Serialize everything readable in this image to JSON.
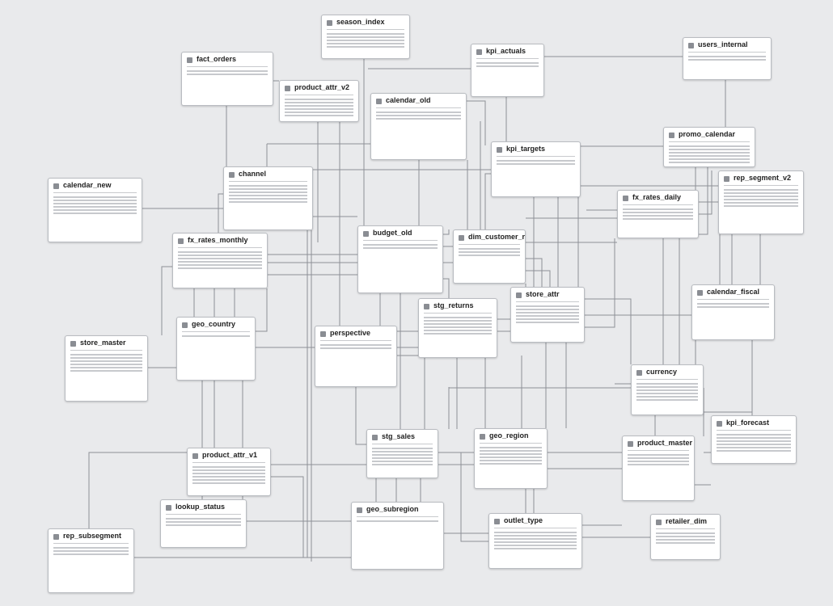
{
  "diagram": {
    "tables": [
      {
        "id": "season_index",
        "name": "season_index",
        "rows": 5
      },
      {
        "id": "fact_orders",
        "name": "fact_orders",
        "rows": 2
      },
      {
        "id": "kpi_actuals",
        "name": "kpi_actuals",
        "rows": 2
      },
      {
        "id": "users_internal",
        "name": "users_internal",
        "rows": 2
      },
      {
        "id": "product_attr_v2",
        "name": "product_attr_v2",
        "rows": 6
      },
      {
        "id": "calendar_old",
        "name": "calendar_old",
        "rows": 3
      },
      {
        "id": "promo_calendar",
        "name": "promo_calendar",
        "rows": 6
      },
      {
        "id": "kpi_targets",
        "name": "kpi_targets",
        "rows": 2
      },
      {
        "id": "channel",
        "name": "channel",
        "rows": 6
      },
      {
        "id": "calendar_new",
        "name": "calendar_new",
        "rows": 6
      },
      {
        "id": "rep_segment_v2",
        "name": "rep_segment_v2",
        "rows": 6
      },
      {
        "id": "fx_rates_daily",
        "name": "fx_rates_daily",
        "rows": 4
      },
      {
        "id": "fx_rates_monthly",
        "name": "fx_rates_monthly",
        "rows": 6
      },
      {
        "id": "budget_old",
        "name": "budget_old",
        "rows": 2
      },
      {
        "id": "dim_customer_ra",
        "name": "dim_customer_ra",
        "rows": 3
      },
      {
        "id": "calendar_fiscal",
        "name": "calendar_fiscal",
        "rows": 2
      },
      {
        "id": "store_attr",
        "name": "store_attr",
        "rows": 6
      },
      {
        "id": "stg_returns",
        "name": "stg_returns",
        "rows": 6
      },
      {
        "id": "store_master",
        "name": "store_master",
        "rows": 6
      },
      {
        "id": "geo_country",
        "name": "geo_country",
        "rows": 1
      },
      {
        "id": "perspective",
        "name": "perspective",
        "rows": 2
      },
      {
        "id": "currency",
        "name": "currency",
        "rows": 6
      },
      {
        "id": "kpi_forecast",
        "name": "kpi_forecast",
        "rows": 6
      },
      {
        "id": "stg_sales",
        "name": "stg_sales",
        "rows": 6
      },
      {
        "id": "geo_region",
        "name": "geo_region",
        "rows": 6
      },
      {
        "id": "product_master",
        "name": "product_master",
        "rows": 4
      },
      {
        "id": "product_attr_v1",
        "name": "product_attr_v1",
        "rows": 6
      },
      {
        "id": "lookup_status",
        "name": "lookup_status",
        "rows": 3
      },
      {
        "id": "geo_subregion",
        "name": "geo_subregion",
        "rows": 1
      },
      {
        "id": "outlet_type",
        "name": "outlet_type",
        "rows": 6
      },
      {
        "id": "retailer_dim",
        "name": "retailer_dim",
        "rows": 4
      },
      {
        "id": "rep_subsegment",
        "name": "rep_subsegment",
        "rows": 3
      }
    ]
  },
  "colors": {
    "background": "#e9eaec",
    "table_fill": "#ffffff",
    "table_border": "#b9bcc1",
    "edge": "#8d9096",
    "field_line": "#c7c9cd",
    "icon": "#8a8d93"
  }
}
